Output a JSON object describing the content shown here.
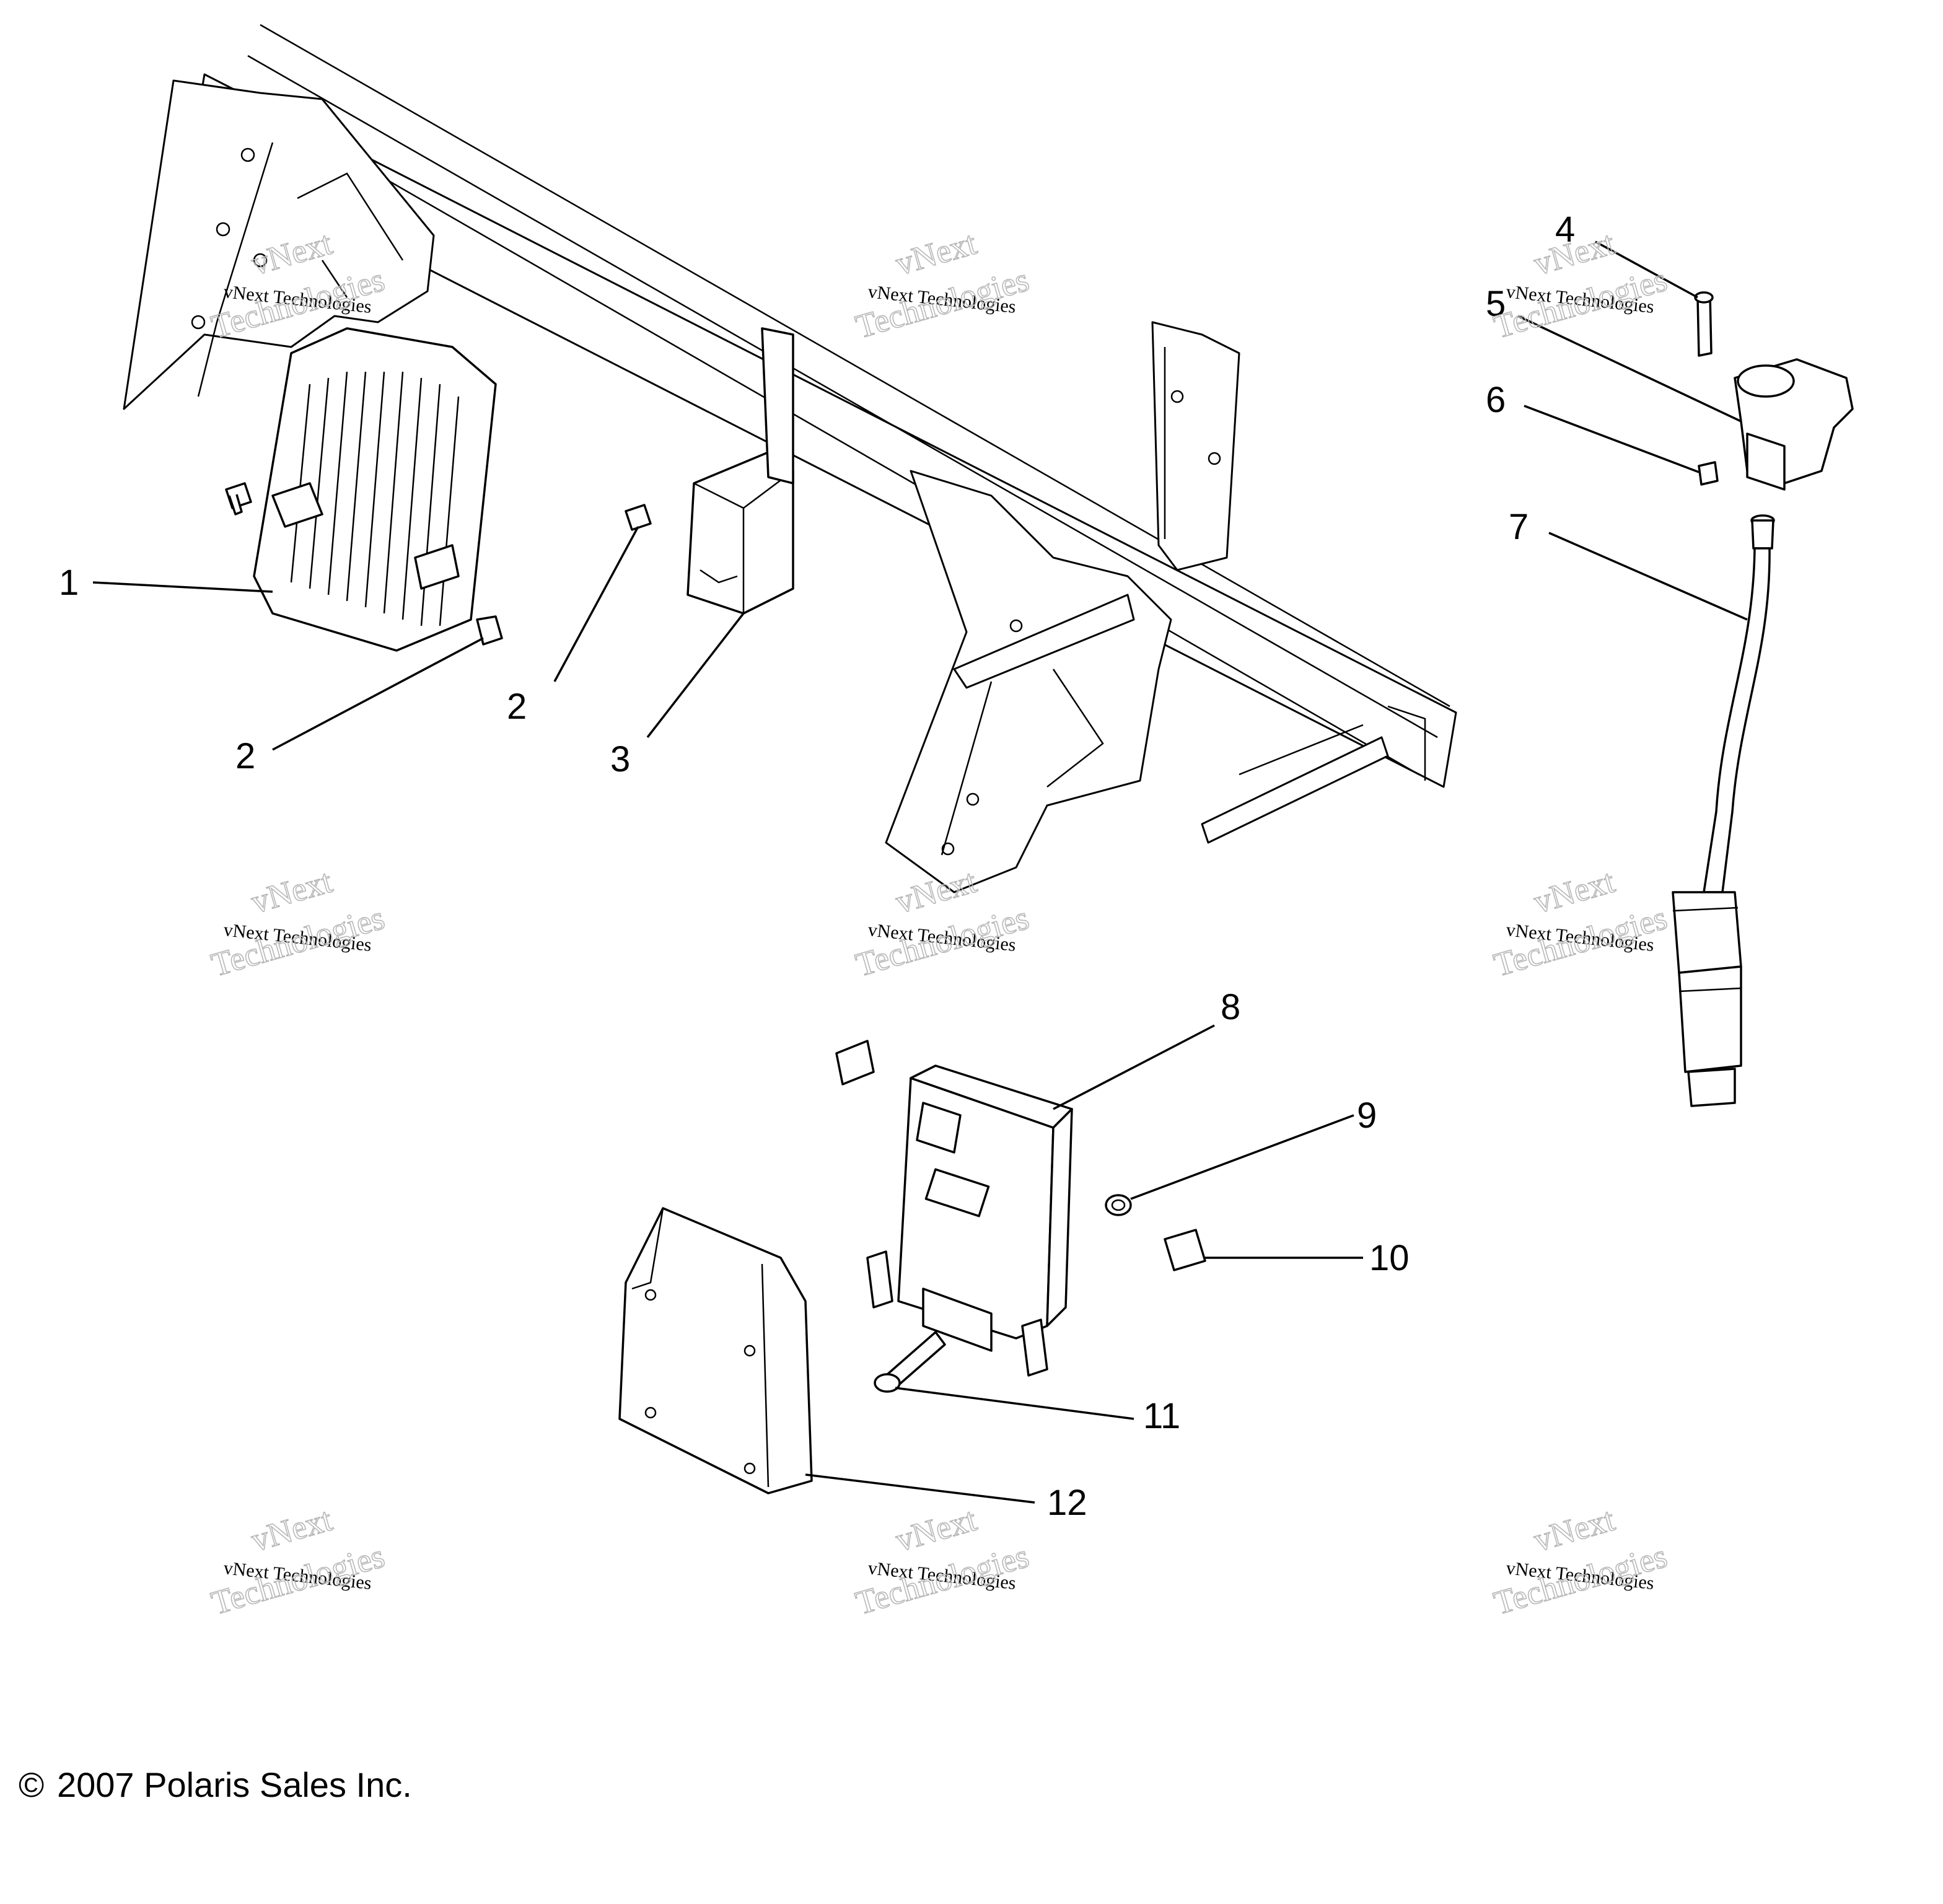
{
  "callouts": [
    {
      "id": "1",
      "label": "1"
    },
    {
      "id": "2a",
      "label": "2"
    },
    {
      "id": "2b",
      "label": "2"
    },
    {
      "id": "3",
      "label": "3"
    },
    {
      "id": "4",
      "label": "4"
    },
    {
      "id": "5",
      "label": "5"
    },
    {
      "id": "6",
      "label": "6"
    },
    {
      "id": "7",
      "label": "7"
    },
    {
      "id": "8",
      "label": "8"
    },
    {
      "id": "9",
      "label": "9"
    },
    {
      "id": "10",
      "label": "10"
    },
    {
      "id": "11",
      "label": "11"
    },
    {
      "id": "12",
      "label": "12"
    }
  ],
  "watermark": {
    "line1": "vNext Technologies",
    "line2": "vNext",
    "line3": "Technologies"
  },
  "copyright": {
    "symbol": "©",
    "text": "2007 Polaris Sales Inc."
  }
}
